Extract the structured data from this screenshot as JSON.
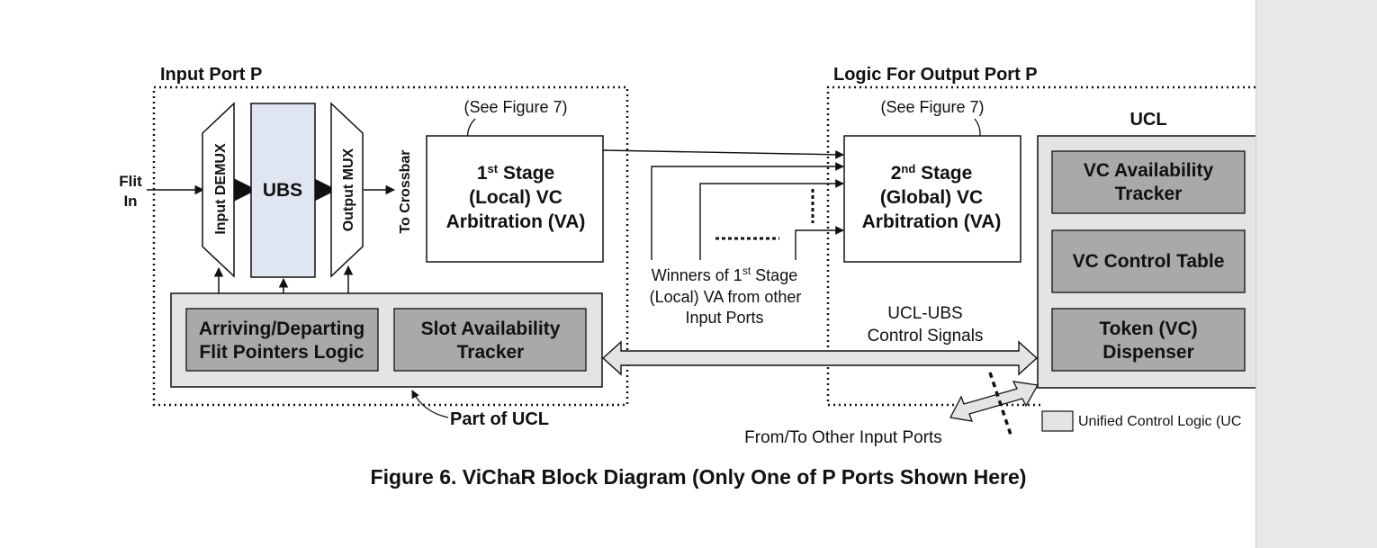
{
  "diagram": {
    "input_port_title": "Input Port P",
    "output_port_title": "Logic For Output Port P",
    "flit_in_1": "Flit",
    "flit_in_2": "In",
    "input_demux": "Input DEMUX",
    "ubs": "UBS",
    "output_mux": "Output MUX",
    "to_crossbar": "To Crossbar",
    "see_fig7_left": "(See Figure 7)",
    "see_fig7_right": "(See Figure 7)",
    "stage1": {
      "line1_num": "1",
      "line1_sup": "st",
      "line1_rest": " Stage",
      "line2": "(Local) VC",
      "line3": "Arbitration (VA)"
    },
    "stage2": {
      "line1_num": "2",
      "line1_sup": "nd",
      "line1_rest": " Stage",
      "line2": "(Global) VC",
      "line3": "Arbitration (VA)"
    },
    "winners": {
      "line1_pre": "Winners of 1",
      "line1_sup": "st",
      "line1_post": " Stage",
      "line2": "(Local) VA from other",
      "line3": "Input Ports"
    },
    "ucl_title": "UCL",
    "vc_avail_1": "VC Availability",
    "vc_avail_2": "Tracker",
    "vc_control": "VC Control Table",
    "token_1": "Token (VC)",
    "token_2": "Dispenser",
    "arriving_1": "Arriving/Departing",
    "arriving_2": "Flit Pointers Logic",
    "slot_1": "Slot Availability",
    "slot_2": "Tracker",
    "ucl_ubs_1": "UCL-UBS",
    "ucl_ubs_2": "Control Signals",
    "part_of_ucl": "Part of UCL",
    "from_to": "From/To Other Input Ports",
    "legend": "Unified Control Logic (UC"
  },
  "caption": "Figure 6. ViChaR Block Diagram (Only One of P Ports Shown Here)",
  "colors": {
    "ucl_fill": "#e4e4e4",
    "dark_box_fill": "#a9a9a9",
    "ubs_fill": "#dfe6f2",
    "scrollbar_pane": "#e8e8e8"
  }
}
